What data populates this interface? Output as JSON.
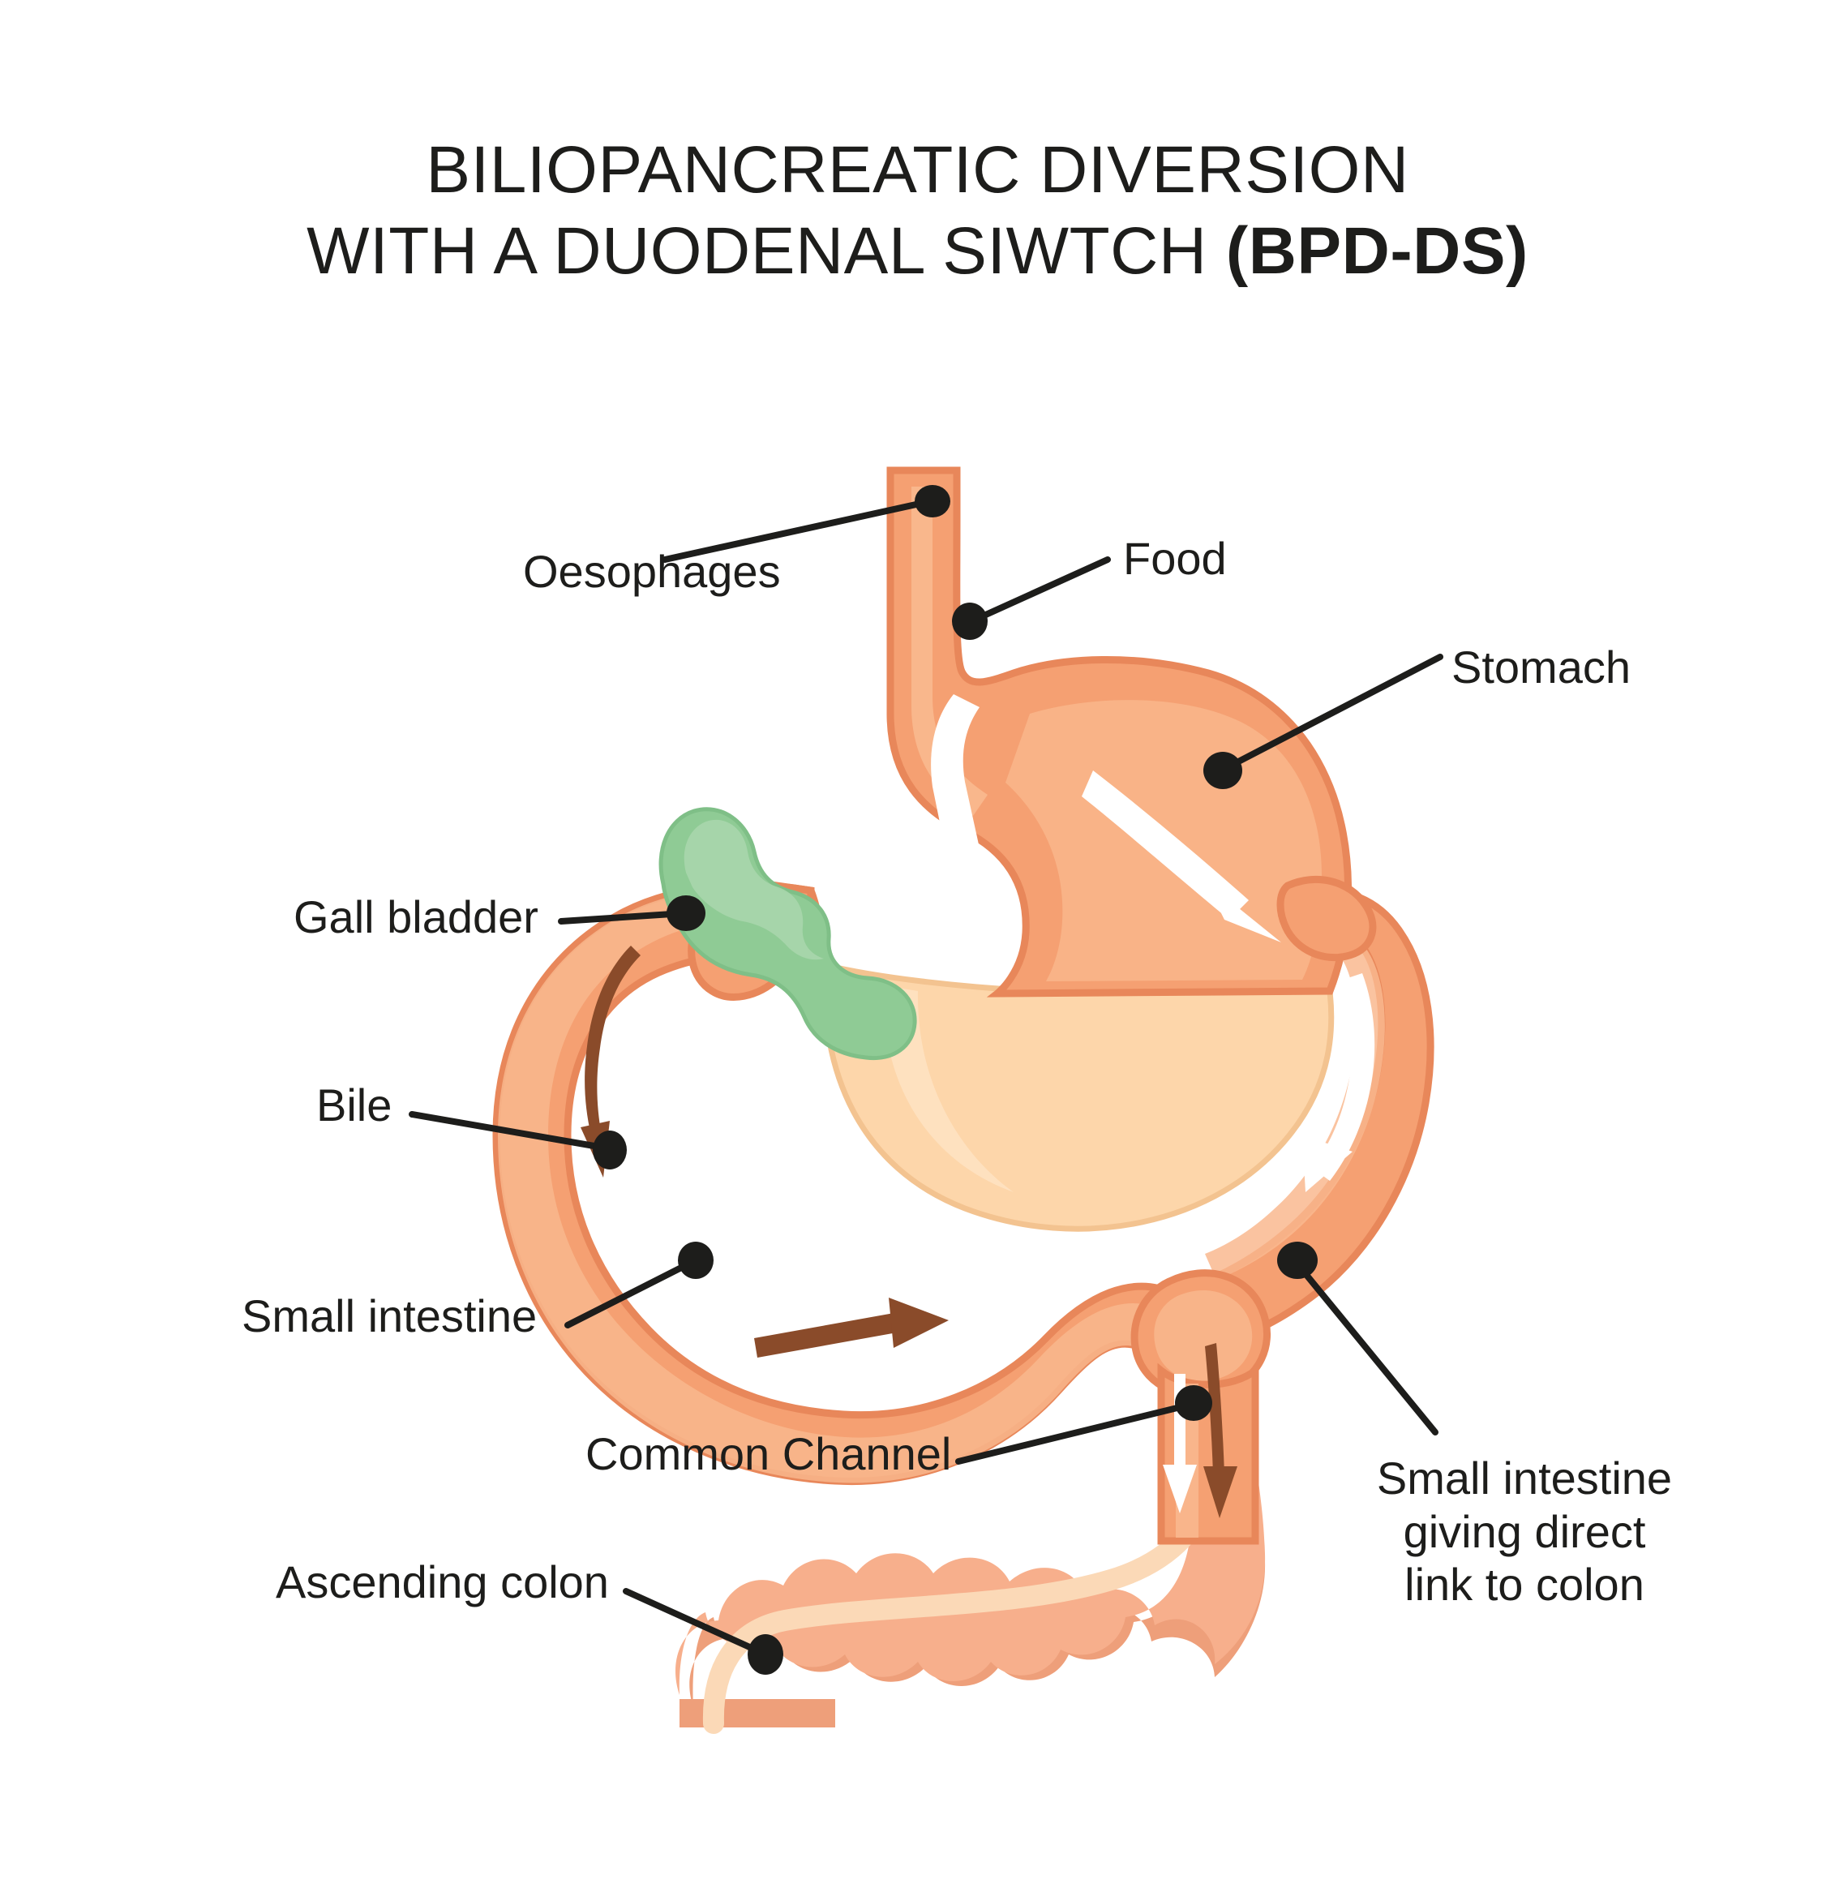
{
  "title": {
    "line1": "BILIOPANCREATIC DIVERSION",
    "line2_normal": "WITH A DUODENAL SIWTCH ",
    "line2_bold": "(BPD-DS)"
  },
  "labels": {
    "oesophages": "Oesophages",
    "food": "Food",
    "stomach": "Stomach",
    "gall_bladder": "Gall bladder",
    "bile": "Bile",
    "small_intestine": "Small intestine",
    "common_channel": "Common Channel",
    "ascending_colon": "Ascending colon",
    "direct_link_line1": "Small intestine",
    "direct_link_line2": "giving direct",
    "direct_link_line3": "link to colon"
  },
  "colors": {
    "organ_fill": "#F5A072",
    "organ_fill_light": "#F9B98F",
    "organ_edge": "#E8875A",
    "organ_shadow": "#EF9463",
    "bypassed_stomach": "#FDD6AA",
    "bypassed_edge": "#F3C390",
    "gall_bladder": "#8FCB95",
    "gall_bladder_light": "#A8D6AC",
    "gall_bladder_edge": "#7FBF87",
    "colon_fill": "#F7AF8C",
    "colon_shadow": "#EE9F7A",
    "taenia": "#FBD9B7",
    "bile_arrow": "#8A4B2A",
    "food_arrow": "#FFFFFF",
    "leader_line": "#1d1d1b",
    "text": "#1d1d1b",
    "background": "#FFFFFF"
  },
  "diagram": {
    "flow_arrows": [
      {
        "name": "food-arrow-oesophagus",
        "color": "#FFFFFF"
      },
      {
        "name": "food-arrow-stomach",
        "color": "#FFFFFF"
      },
      {
        "name": "food-arrow-alimentary-limb",
        "color": "#FFFFFF"
      },
      {
        "name": "food-arrow-common-channel",
        "color": "#FFFFFF"
      },
      {
        "name": "bile-arrow-duodenum",
        "color": "#8A4B2A"
      },
      {
        "name": "bile-arrow-biliopancreatic-limb",
        "color": "#8A4B2A"
      },
      {
        "name": "bile-arrow-common-channel",
        "color": "#8A4B2A"
      }
    ],
    "organs": [
      "oesophagus",
      "stomach-pouch",
      "bypassed-stomach",
      "gall-bladder",
      "duodenum",
      "small-intestine",
      "alimentary-limb",
      "common-channel",
      "ascending-colon"
    ]
  }
}
